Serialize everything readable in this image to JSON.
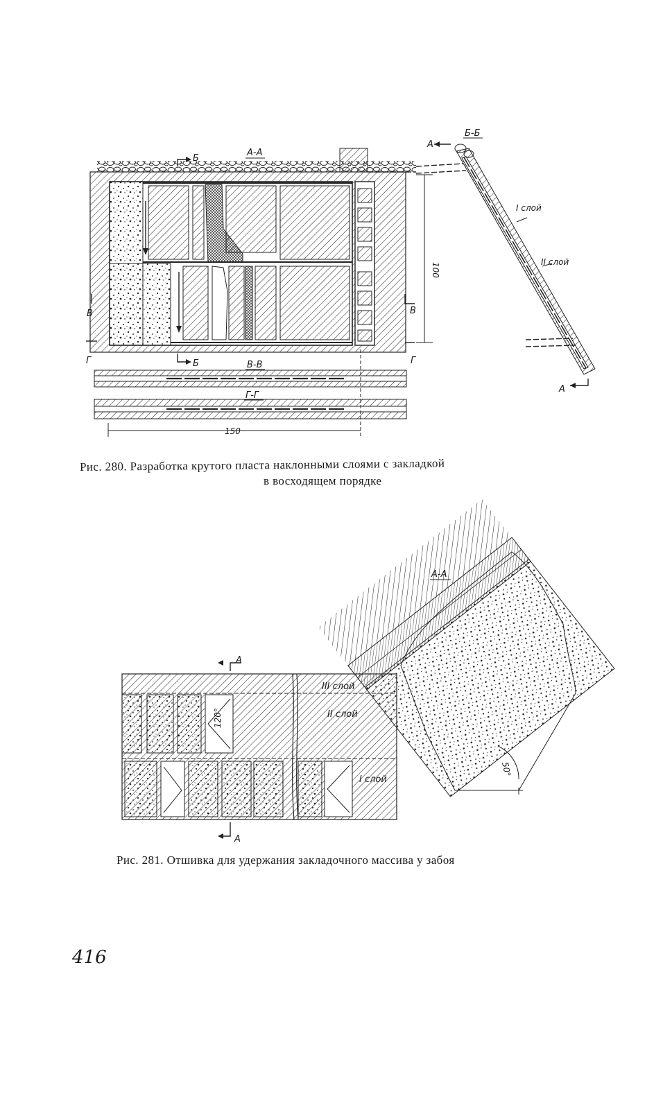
{
  "figure280": {
    "caption_line1": "Рис. 280. Разработка крутого пласта наклонными слоями с закладкой",
    "caption_line2": "в восходящем порядке",
    "labels": {
      "section_aa": "А-А",
      "section_bb_top": "Б-Б",
      "section_vv": "В-В",
      "section_gg": "Г-Г",
      "marker_b": "Б",
      "marker_v": "В",
      "marker_g": "Г",
      "marker_a": "А",
      "layer1": "I слой",
      "layer2": "II слой",
      "dim_100": "100",
      "dim_150": "150"
    }
  },
  "figure281": {
    "caption": "Рис. 281. Отшивка для удержания закладочного массива у забоя",
    "labels": {
      "section_aa": "А-А",
      "marker_a": "А",
      "layer1": "I слой",
      "layer2": "II слой",
      "layer3": "III слой",
      "angle_120": "120°",
      "angle_50": "50°"
    }
  },
  "page": {
    "number": "416"
  },
  "colors": {
    "ink": "#1a1a1a",
    "paper": "#ffffff"
  }
}
